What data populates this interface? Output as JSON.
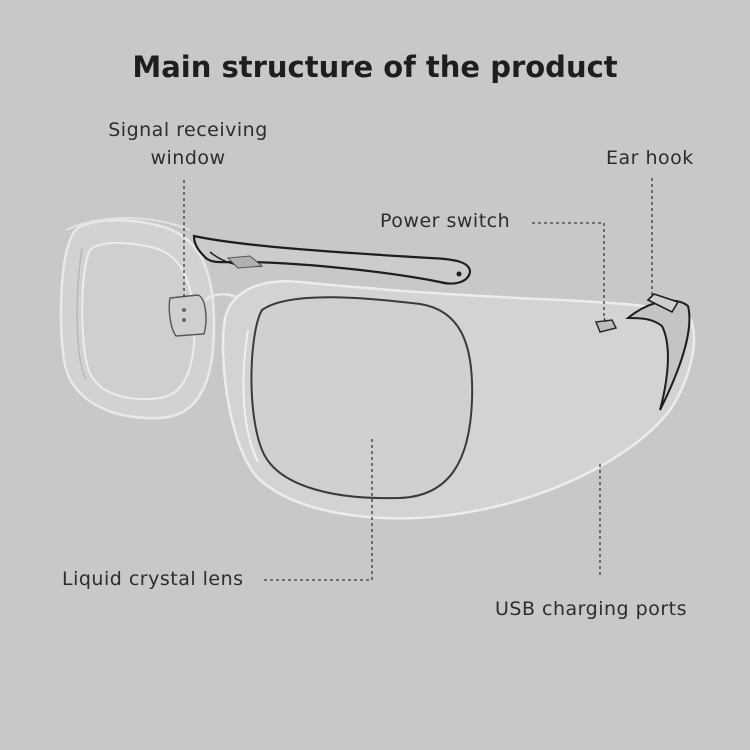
{
  "title": "Main structure of the product",
  "labels": {
    "signal_window": "Signal receiving window",
    "ear_hook": "Ear hook",
    "power_switch": "Power switch",
    "lcd_lens": "Liquid crystal lens",
    "usb_ports": "USB charging ports"
  },
  "colors": {
    "background": "#c8c8c8",
    "outline_light": "#e6e6e6",
    "outline_dark": "#2a2a2a",
    "leader_line": "#3a3a3a"
  }
}
